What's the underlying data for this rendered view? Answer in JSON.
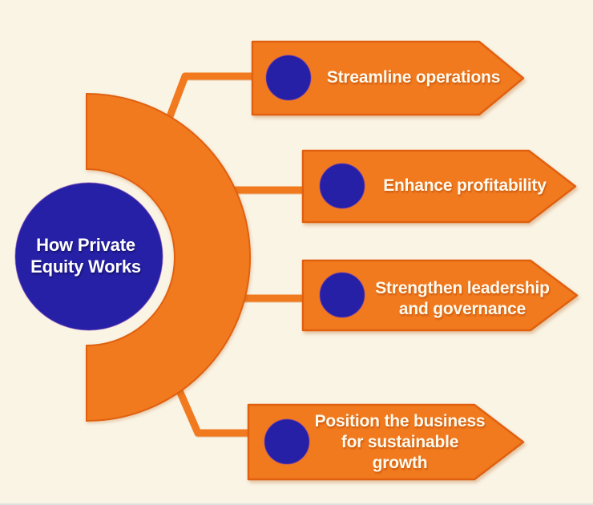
{
  "diagram": {
    "type": "radial-process-infographic",
    "center": {
      "lines": [
        "How Private",
        "Equity Works"
      ]
    },
    "banners": [
      {
        "lines": [
          "Streamline operations"
        ]
      },
      {
        "lines": [
          "Enhance profitability"
        ]
      },
      {
        "lines": [
          "Strengthen leadership",
          "and governance"
        ]
      },
      {
        "lines": [
          "Position the business",
          "for sustainable",
          "growth"
        ]
      }
    ]
  },
  "colors": {
    "background": "#FAF4E5",
    "orange": "#F27A1E",
    "orange_dark": "#E0600F",
    "blue": "#2620A6",
    "text_light": "#FFFBEF",
    "text_white": "#FFFFFF"
  }
}
